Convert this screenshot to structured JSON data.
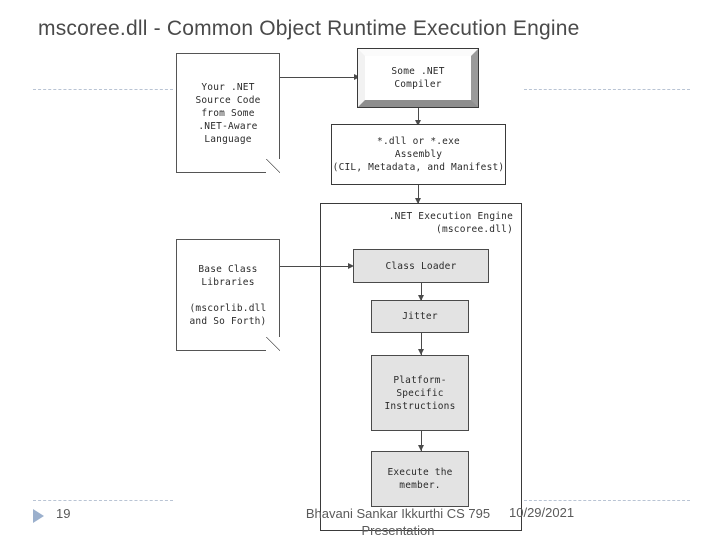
{
  "slide": {
    "title": "mscoree.dll  - Common Object Runtime Execution Engine",
    "number": "19",
    "footer_center": "Bhavani Sankar Ikkurthi CS 795 Presentation",
    "footer_date": "10/29/2021"
  },
  "colors": {
    "title_text": "#4a4a4a",
    "footer_text": "#5a5a5a",
    "bullet_triangle": "#9bb0cd",
    "deco_rule": "#b9c4d4",
    "node_stroke": "#3a3a3a",
    "gray_node_fill": "#e3e3e3",
    "bevel_light": "#f2f2f2",
    "bevel_dark": "#8e8e8e"
  },
  "diagram": {
    "nodes": {
      "source_code": "Your .NET\nSource Code\nfrom Some\n.NET-Aware\nLanguage",
      "compiler": "Some .NET\nCompiler",
      "assembly": "*.dll or *.exe\nAssembly\n(CIL, Metadata, and Manifest)",
      "base_class_libraries": "Base Class\nLibraries\n\n(mscorlib.dll\nand So Forth)",
      "execution_engine_label": ".NET Execution Engine\n(mscoree.dll)",
      "class_loader": "Class Loader",
      "jitter": "Jitter",
      "platform_specific": "Platform-\nSpecific\nInstructions",
      "execute_member": "Execute the\nmember."
    }
  }
}
